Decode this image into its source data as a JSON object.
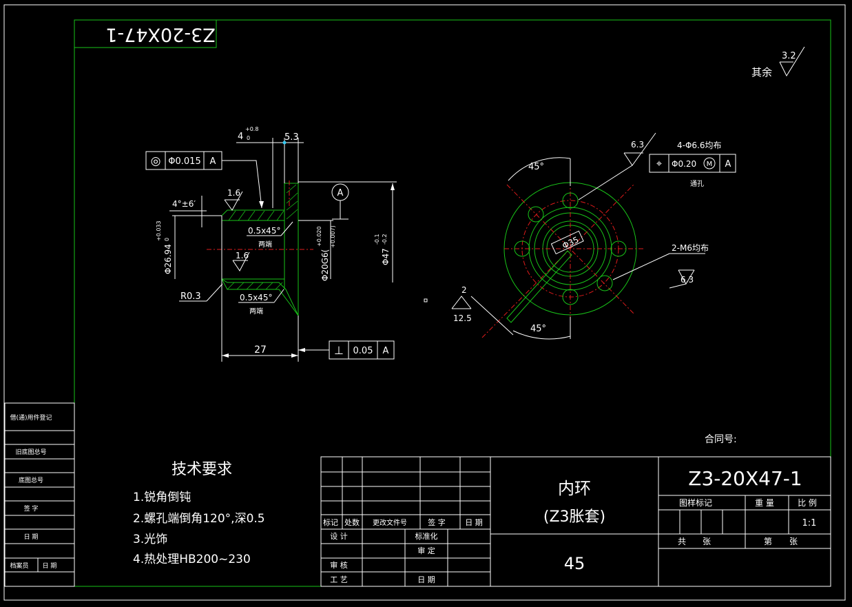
{
  "drawing_number_inverted": "Z3-20X47-1",
  "roughness_other": {
    "label": "其余",
    "value": "3.2"
  },
  "technical_requirements": {
    "title": "技术要求",
    "items": [
      "1.锐角倒钝",
      "2.螺孔端倒角120°,深0.5",
      "3.光饰",
      "4.热处理HB200~230"
    ]
  },
  "left_view": {
    "dim_top_4": "4",
    "dim_top_4_tol": "+0.8",
    "dim_top_4_tol2": "0",
    "dim_top_53": "5.3",
    "fcf_concentric": {
      "symbol": "◎",
      "value": "Φ0.015",
      "datum": "A"
    },
    "roughness_16_a": "1.6",
    "angle_4deg": "4°±6′",
    "chamfer_1": "0.5x45°",
    "chamfer_1_note": "两端",
    "roughness_16_b": "1.6",
    "dia_2694": "Φ26.94",
    "dia_2694_tol": "+0.033",
    "dia_2694_tol2": "0",
    "dia_20g6": "Φ20G6(",
    "dia_20g6_tol": "+0.020",
    "dia_20g6_tol2": "+0.007)",
    "dia_47": "Φ47",
    "dia_47_tol": "-0.1",
    "dia_47_tol2": "-0.2",
    "datum_a": "A",
    "r03": "R0.3",
    "chamfer_2": "0.5x45°",
    "chamfer_2_note": "两端",
    "dim_27": "27",
    "fcf_perp": {
      "symbol": "⊥",
      "value": "0.05",
      "datum": "A"
    }
  },
  "right_view": {
    "angle_top": "45°",
    "roughness_63_a": "6.3",
    "holes_note": "4-Φ6.6均布",
    "fcf_position": {
      "symbol": "⌖",
      "value": "Φ0.20",
      "modifier": "M",
      "datum": "A"
    },
    "holes_note_2": "通孔",
    "dia_35": "Φ35",
    "thread_note": "2-M6均布",
    "roughness_63_b": "6.3",
    "roughness_2": "2",
    "roughness_125": "12.5",
    "angle_bottom": "45°"
  },
  "left_strip": {
    "rows": [
      "借(通)用件登记",
      "旧底图总号",
      "底图总号",
      "签 字",
      "日 期"
    ],
    "last_row": [
      "档案员",
      "日 期"
    ]
  },
  "contract_label": "合同号:",
  "title_block": {
    "change_headers": [
      "标记",
      "处数",
      "更改文件号",
      "签 字",
      "日 期"
    ],
    "roles": [
      "设 计",
      "审 核",
      "工 艺"
    ],
    "roles_right": [
      "标准化",
      "审 定",
      "日 期"
    ],
    "part_name": "内环",
    "part_name_2": "(Z3胀套)",
    "material": "45",
    "drawing_number": "Z3-20X47-1",
    "headers_right": [
      "图样标记",
      "重 量",
      "比 例"
    ],
    "scale": "1:1",
    "total_label": "共",
    "sheets_label": "张",
    "sheet_label": "第",
    "sheet_label_2": "张"
  },
  "colors": {
    "background": "#000000",
    "frame": "#19c419",
    "text": "#ffffff",
    "center": "#e01b1b",
    "highlight": "#35c8f0"
  }
}
